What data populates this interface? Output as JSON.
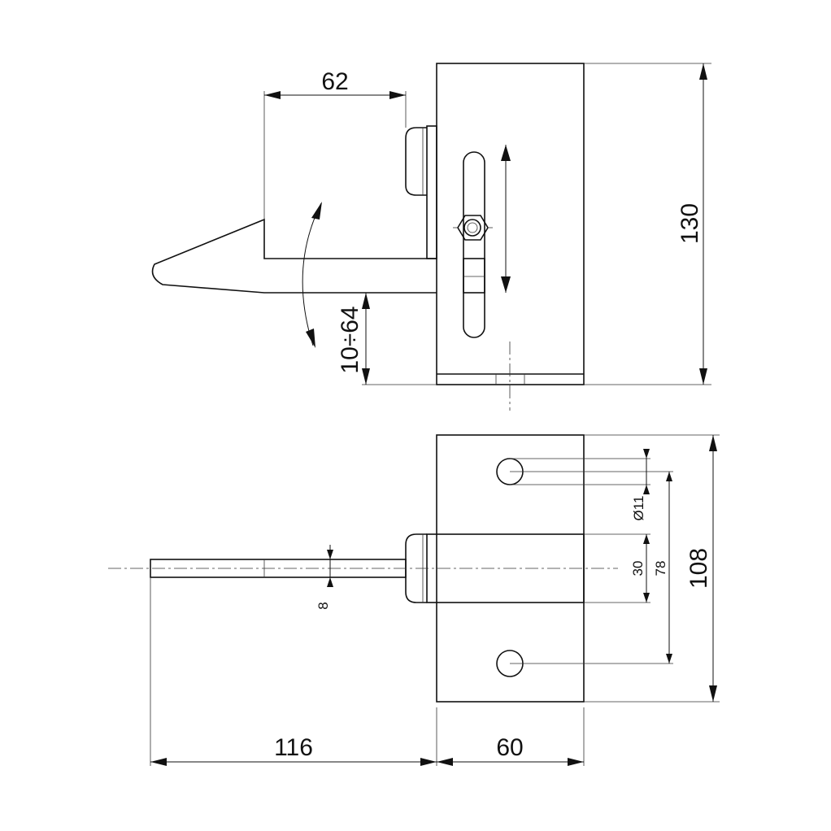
{
  "dimensions": {
    "top_width": "62",
    "top_height": "130",
    "adjust_range": "10÷64",
    "hole_diameter": "Ø11",
    "block_width": "30",
    "hole_spacing": "78",
    "plate_height": "108",
    "rod_thickness": "8",
    "rod_length": "116",
    "plate_width": "60"
  }
}
